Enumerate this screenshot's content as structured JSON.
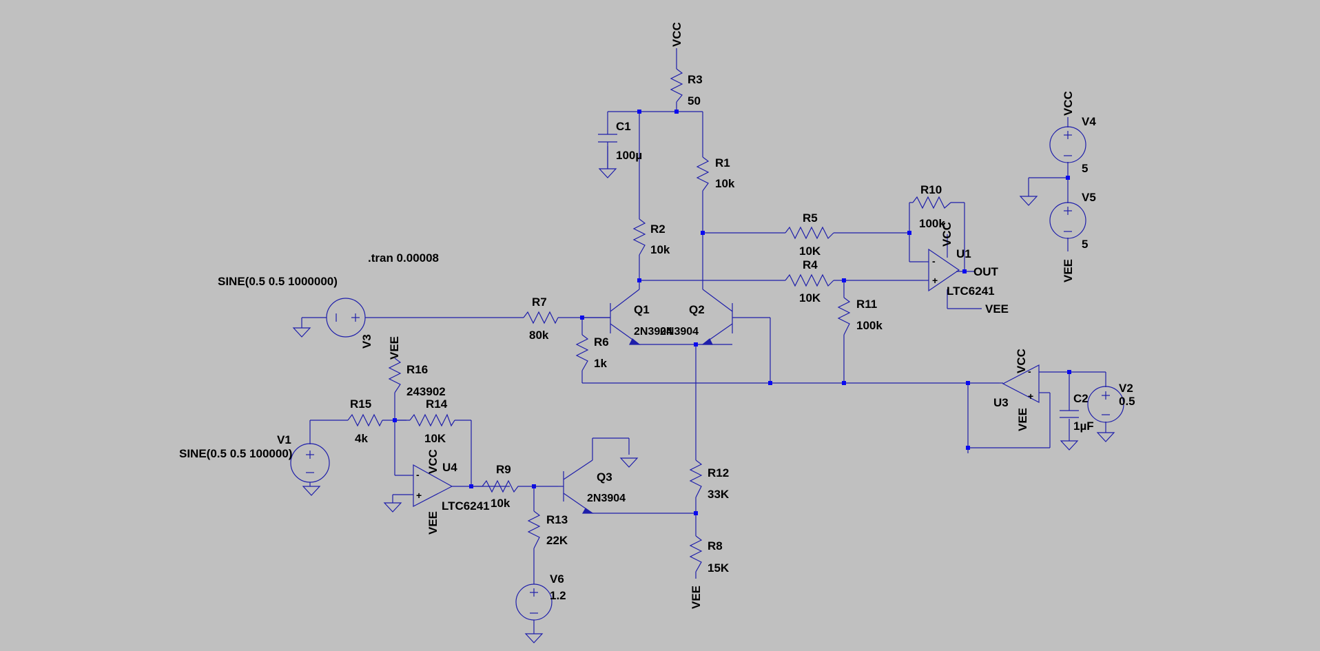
{
  "directive": ".tran 0.00008",
  "sources": {
    "v3_value": "SINE(0.5 0.5 1000000)",
    "v1_value": "SINE(0.5 0.5 100000)",
    "v3_name": "V3",
    "v1_name": "V1",
    "v2_name": "V2",
    "v2_value": "0.5",
    "v4_name": "V4",
    "v4_value": "5",
    "v5_name": "V5",
    "v5_value": "5",
    "v6_name": "V6",
    "v6_value": "1.2"
  },
  "resistors": {
    "r1": {
      "name": "R1",
      "value": "10k"
    },
    "r2": {
      "name": "R2",
      "value": "10k"
    },
    "r3": {
      "name": "R3",
      "value": "50"
    },
    "r4": {
      "name": "R4",
      "value": "10K"
    },
    "r5": {
      "name": "R5",
      "value": "10K"
    },
    "r6": {
      "name": "R6",
      "value": "1k"
    },
    "r7": {
      "name": "R7",
      "value": "80k"
    },
    "r8": {
      "name": "R8",
      "value": "15K"
    },
    "r9": {
      "name": "R9",
      "value": "10k"
    },
    "r10": {
      "name": "R10",
      "value": "100k"
    },
    "r11": {
      "name": "R11",
      "value": "100k"
    },
    "r12": {
      "name": "R12",
      "value": "33K"
    },
    "r13": {
      "name": "R13",
      "value": "22K"
    },
    "r14": {
      "name": "R14",
      "value": "10K"
    },
    "r15": {
      "name": "R15",
      "value": "4k"
    },
    "r16": {
      "name": "R16",
      "value": "243902"
    }
  },
  "capacitors": {
    "c1": {
      "name": "C1",
      "value": "100µ"
    },
    "c2": {
      "name": "C2",
      "value": "1µF"
    }
  },
  "transistors": {
    "q1": {
      "name": "Q1",
      "model": "2N3904"
    },
    "q2": {
      "name": "Q2",
      "model": "2N3904"
    },
    "q3": {
      "name": "Q3",
      "model": "2N3904"
    }
  },
  "opamps": {
    "u1": {
      "name": "U1",
      "model": "LTC6241"
    },
    "u3": {
      "name": "U3"
    },
    "u4": {
      "name": "U4",
      "model": "LTC6241"
    }
  },
  "net_labels": {
    "vcc": "VCC",
    "vee": "VEE",
    "out": "OUT"
  }
}
